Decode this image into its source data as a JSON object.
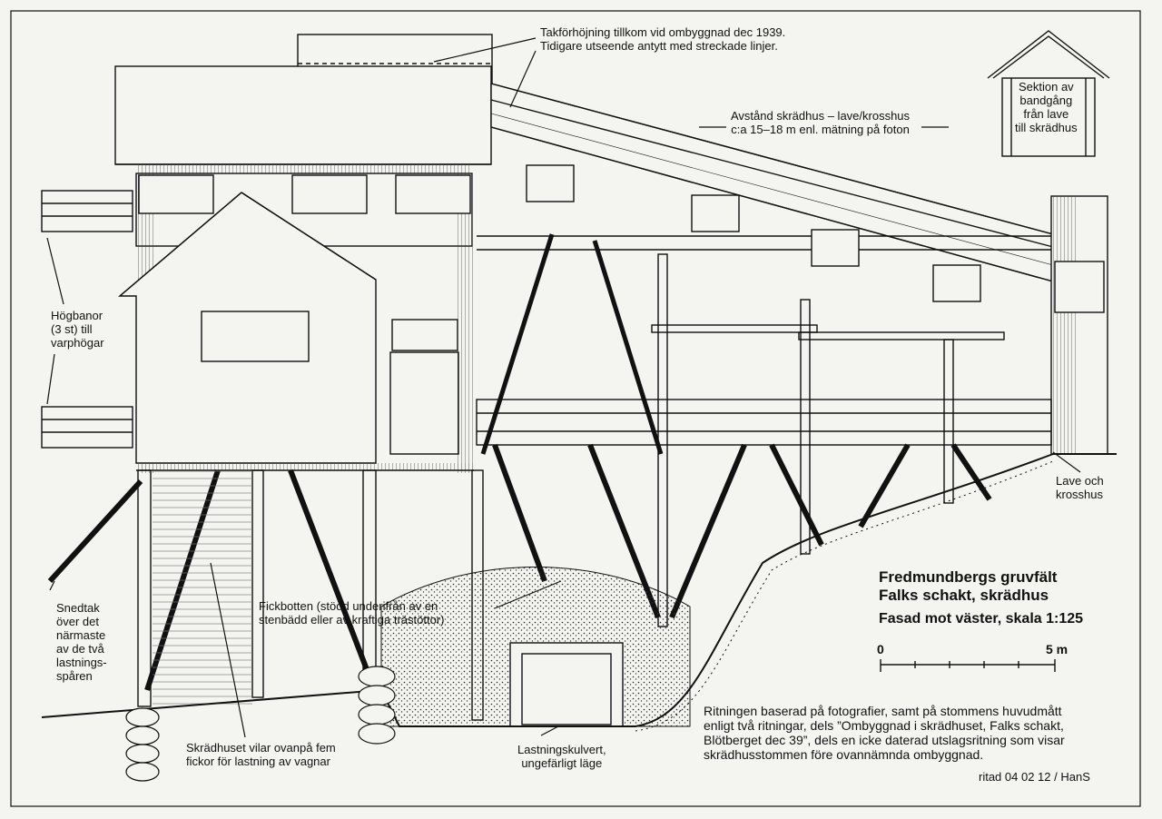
{
  "labels": {
    "roof_raise_1": "Takförhöjning tillkom vid ombyggnad dec 1939.",
    "roof_raise_2": "Tidigare utseende antytt med streckade linjer.",
    "distance_1": "Avstånd skrädhus – lave/krosshus",
    "distance_2": "c:a 15–18 m enl. mätning på foton",
    "section_1": "Sektion av",
    "section_2": "bandgång",
    "section_3": "från lave",
    "section_4": "till skrädhus",
    "high_tracks_1": "Högbanor",
    "high_tracks_2": "(3 st) till",
    "high_tracks_3": "varphögar",
    "lave_1": "Lave och",
    "lave_2": "krosshus",
    "pocket_1": "Fickbotten (stödd underifrån av en",
    "pocket_2": "stenbädd eller av kraftiga trästöttor)",
    "slanting_1": "Snedtak",
    "slanting_2": "över det",
    "slanting_3": "närmaste",
    "slanting_4": "av de två",
    "slanting_5": "lastnings-",
    "slanting_6": "spåren",
    "rests_1": "Skrädhuset vilar ovanpå fem",
    "rests_2": "fickor för lastning av vagnar",
    "culvert_1": "Lastningskulvert,",
    "culvert_2": "ungefärligt läge"
  },
  "title": {
    "line1": "Fredmundbergs gruvfält",
    "line2": "Falks schakt, skrädhus",
    "line3": "Fasad mot väster, skala 1:125"
  },
  "scale": {
    "min": "0",
    "max": "5 m"
  },
  "note": {
    "line1": "Ritningen baserad på fotografier, samt på stommens huvudmått",
    "line2": "enligt två ritningar, dels ”Ombyggnad i skrädhuset, Falks schakt,",
    "line3": "Blötberget dec 39”, dels en icke daterad utslagsritning som visar",
    "line4": "skrädhusstommen före ovannämnda ombyggnad."
  },
  "signature": "ritad 04 02 12 / HanS"
}
